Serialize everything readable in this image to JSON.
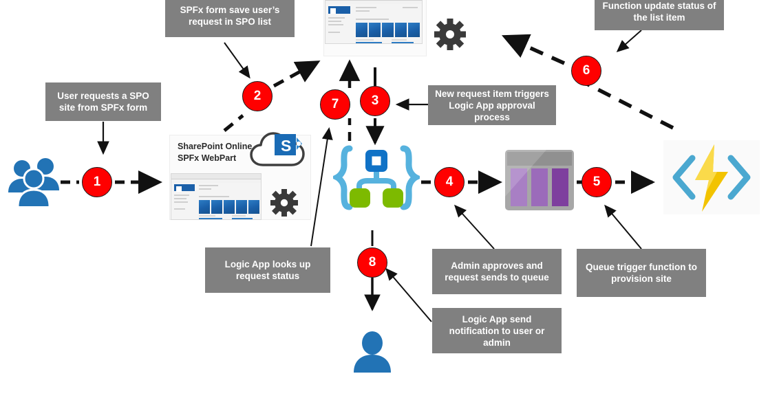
{
  "diagram": {
    "title": "SharePoint Online site provisioning flow",
    "accent_red": "#FF0000",
    "note_bg": "#808080",
    "azure_blue": "#2273B5"
  },
  "notes": [
    {
      "id": "note-spfx-save",
      "text": "SPFx form save user’s request in SPO list"
    },
    {
      "id": "note-user-request",
      "text": "User requests a SPO site from SPFx form"
    },
    {
      "id": "note-new-item",
      "text": "New request item triggers Logic App approval process"
    },
    {
      "id": "note-func-update",
      "text": "Function update status of the list item"
    },
    {
      "id": "note-lookup",
      "text": "Logic App looks up request status"
    },
    {
      "id": "note-admin",
      "text": "Admin approves and request sends to queue"
    },
    {
      "id": "note-queue-trig",
      "text": "Queue trigger function to provision site"
    },
    {
      "id": "note-notify",
      "text": "Logic App send notification to user or admin"
    }
  ],
  "steps": [
    {
      "id": "step-1",
      "label": "1"
    },
    {
      "id": "step-2",
      "label": "2"
    },
    {
      "id": "step-3",
      "label": "3"
    },
    {
      "id": "step-4",
      "label": "4"
    },
    {
      "id": "step-5",
      "label": "5"
    },
    {
      "id": "step-6",
      "label": "6"
    },
    {
      "id": "step-7",
      "label": "7"
    },
    {
      "id": "step-8",
      "label": "8"
    }
  ],
  "labels": {
    "sharepoint_online": "SharePoint Online\nSPFx WebPart"
  },
  "icons": {
    "users": "users-group-icon",
    "user": "user-icon",
    "cloud": "cloud-icon",
    "sharepoint": "sharepoint-logo-icon",
    "gear": "gear-icon",
    "logic_app": "azure-logic-app-icon",
    "queue": "azure-storage-queue-icon",
    "function": "azure-function-icon"
  }
}
